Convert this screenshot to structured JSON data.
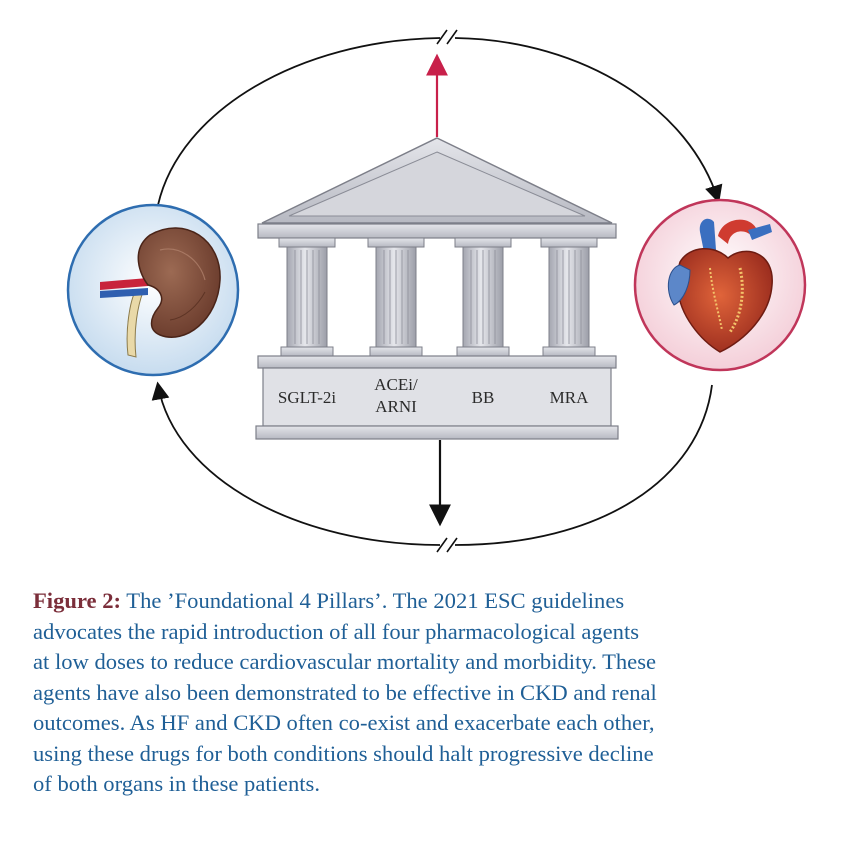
{
  "pillars": [
    {
      "label_lines": [
        "SGLT-2i"
      ]
    },
    {
      "label_lines": [
        "ACEi/",
        "ARNI"
      ]
    },
    {
      "label_lines": [
        "BB"
      ]
    },
    {
      "label_lines": [
        "MRA"
      ]
    }
  ],
  "organs": {
    "left": "kidney",
    "right": "heart"
  },
  "colors": {
    "caption_text": "#1f5f96",
    "caption_label": "#7b2e3a",
    "up_arrow": "#c8204a",
    "down_arrow": "#111111",
    "kidney_circle": "#2e6db0",
    "heart_circle": "#c0365a",
    "temple_stone": "#c9cbd3"
  },
  "caption": {
    "label": "Figure 2:",
    "lines": [
      " The ’Foundational 4 Pillars’. The 2021 ESC guidelines",
      "advocates the rapid introduction of all four pharmacological agents",
      "at low doses to reduce cardiovascular mortality and morbidity. These",
      "agents have also been demonstrated to be effective in CKD and renal",
      "outcomes. As HF and CKD often co-exist and exacerbate each other,",
      "using these drugs for both conditions should halt progressive decline",
      "of both organs in these patients."
    ]
  }
}
